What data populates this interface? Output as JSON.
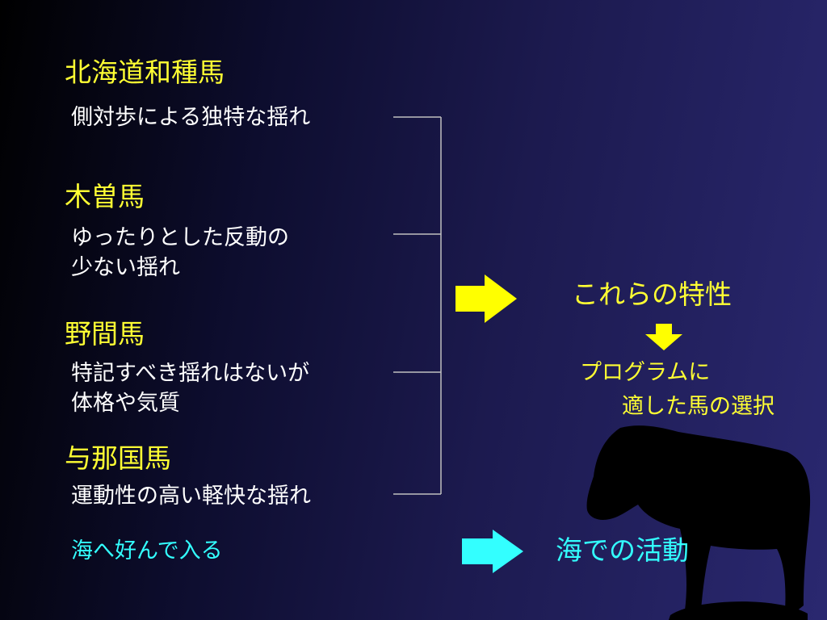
{
  "breeds": [
    {
      "name": "北海道和種馬",
      "desc": [
        "側対歩による独特な揺れ"
      ]
    },
    {
      "name": "木曽馬",
      "desc": [
        "ゆったりとした反動の",
        "少ない揺れ"
      ]
    },
    {
      "name": "野間馬",
      "desc": [
        "特記すべき揺れはないが",
        "体格や気質"
      ]
    },
    {
      "name": "与那国馬",
      "desc": [
        "運動性の高い軽快な揺れ"
      ]
    }
  ],
  "sea_note": "海へ好んで入る",
  "traits_label": "これらの特性",
  "selection": [
    "プログラムに",
    "適した馬の選択"
  ],
  "sea_activity": "海での活動",
  "colors": {
    "heading": "#ffff33",
    "body_text": "#ffffff",
    "sea_text": "#33ffff",
    "arrow_yellow": "#ffff00",
    "arrow_cyan": "#33ffff",
    "bracket_line": "#c0c0c0",
    "silhouette": "#000000"
  },
  "icons": [
    "right-arrow-icon",
    "down-arrow-icon",
    "horse-silhouette-icon"
  ]
}
